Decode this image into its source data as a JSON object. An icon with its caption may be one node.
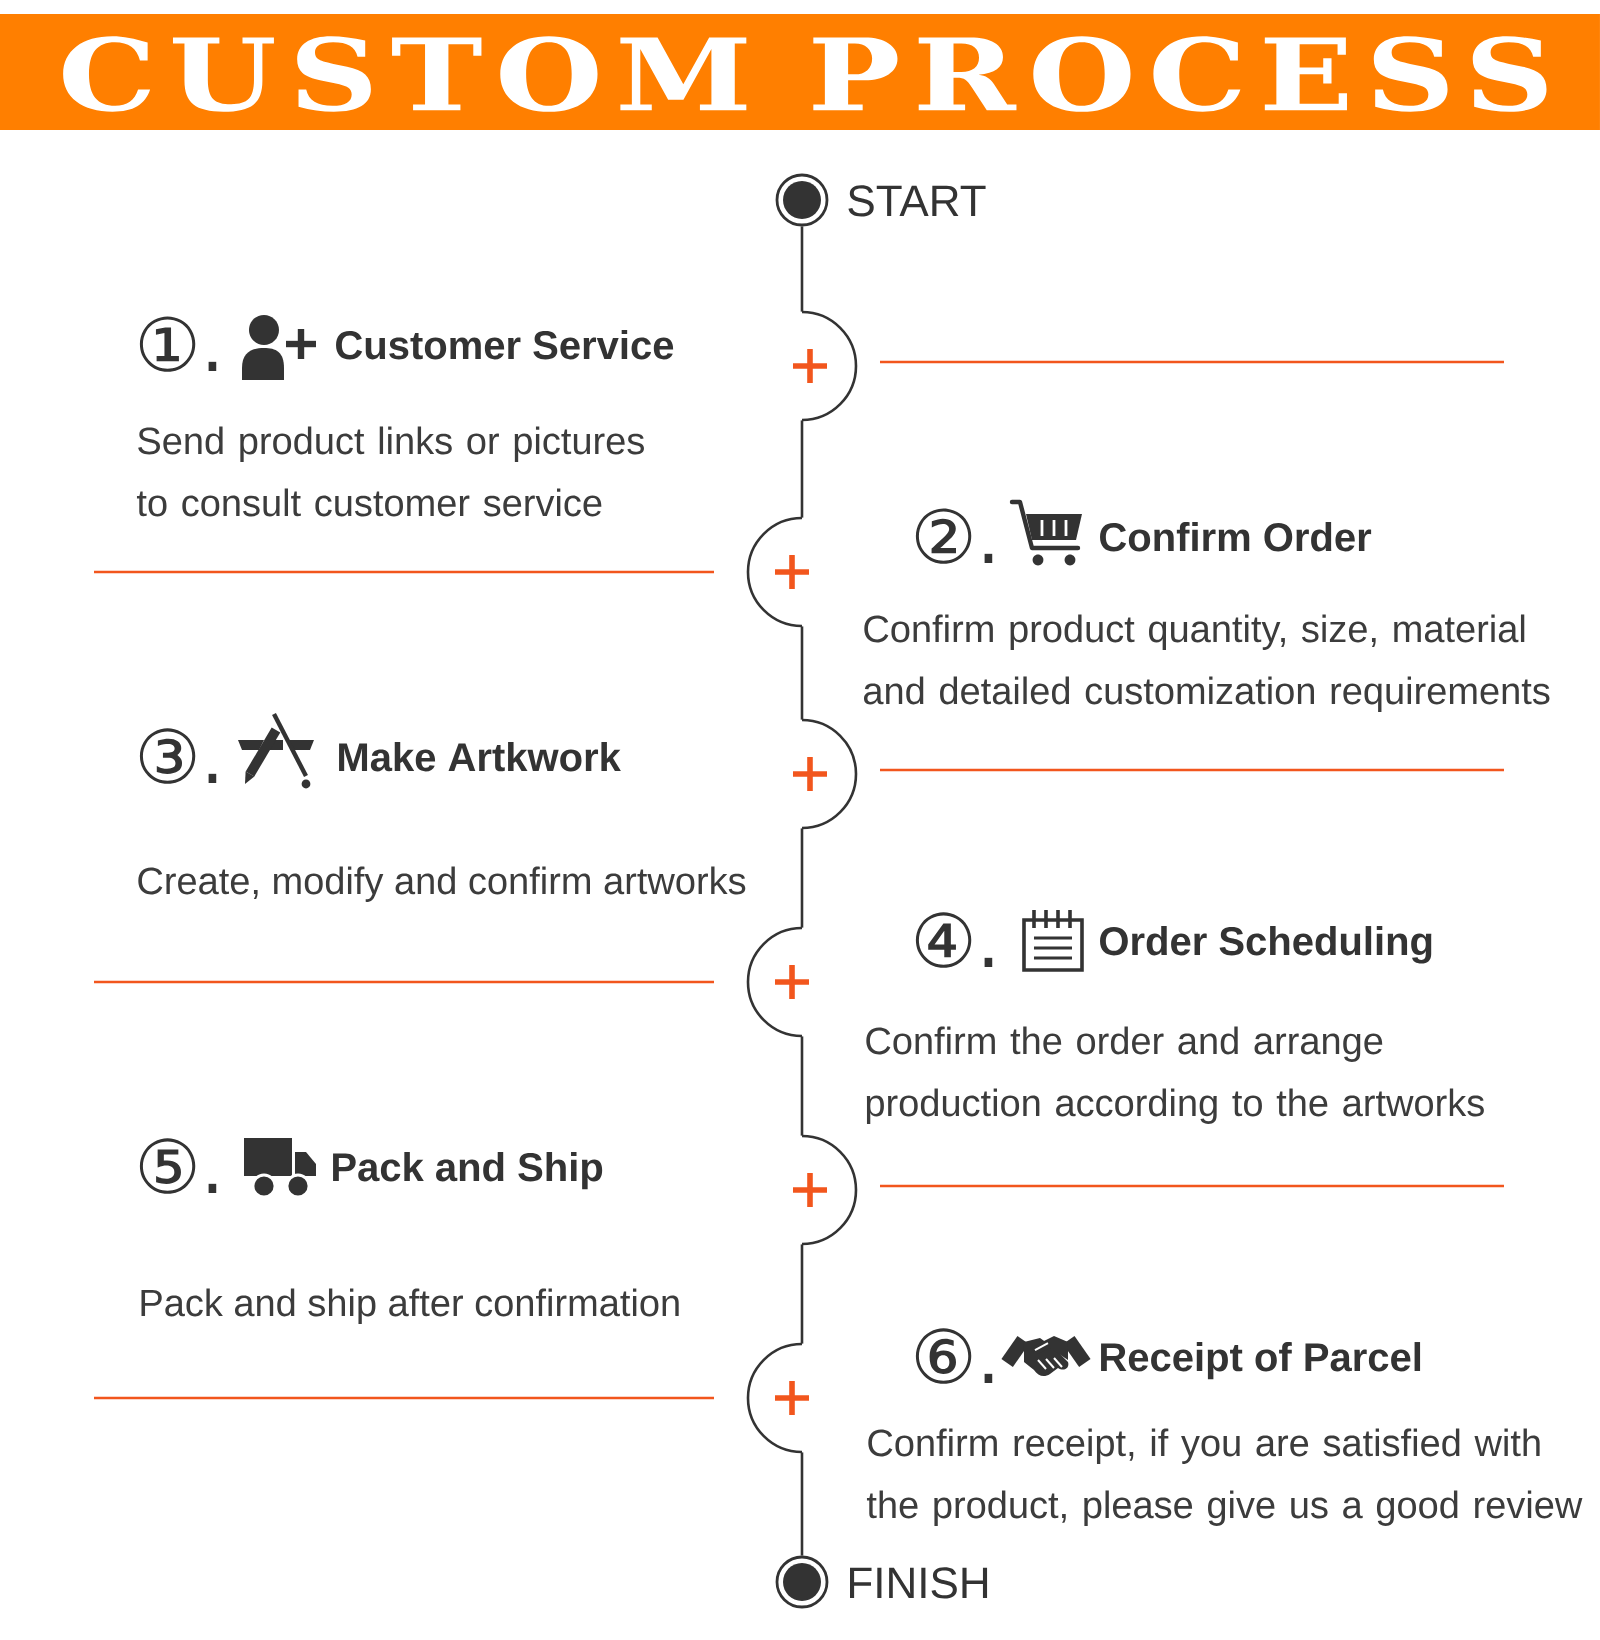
{
  "diagram": {
    "title": "CUSTOM PROCESS",
    "nodes": [
      {
        "text": [],
        "shape": "circle",
        "beside": [
          "START"
        ]
      },
      {
        "text": [],
        "shape": "circle"
      },
      {
        "text": [],
        "shape": "circle"
      },
      {
        "text": [],
        "shape": "circle"
      },
      {
        "text": [],
        "shape": "circle"
      },
      {
        "text": [],
        "shape": "circle"
      },
      {
        "text": [],
        "shape": "circle"
      },
      {
        "text": [],
        "shape": "circle",
        "beside": [
          "FINISH"
        ]
      }
    ],
    "edges": [
      {
        "from": 0,
        "to": 1,
        "arrow": "none"
      },
      {
        "from": 1,
        "to": 2,
        "arrow": "none"
      },
      {
        "from": 2,
        "to": 3,
        "arrow": "none"
      },
      {
        "from": 3,
        "to": 4,
        "arrow": "none"
      },
      {
        "from": 4,
        "to": 5,
        "arrow": "none"
      },
      {
        "from": 5,
        "to": 6,
        "arrow": "none"
      },
      {
        "from": 6,
        "to": 7,
        "arrow": "none"
      }
    ],
    "labels": [
      "①.",
      "Customer Service",
      "Send product links or pictures to consult customer service",
      "②.",
      "Confirm Order",
      "Confirm product quantity, size, material and detailed customization requirements",
      "③.",
      "Make Artkwork",
      "Create, modify and confirm artworks",
      "④.",
      "Order Scheduling",
      "Confirm the order and arrange production according to the artworks",
      "⑤.",
      "Pack and Ship",
      "Pack and ship after confirmation",
      "⑥.",
      "Receipt of Parcel",
      "Confirm receipt, if you are satisfied with the product, please give us a good review"
    ]
  }
}
